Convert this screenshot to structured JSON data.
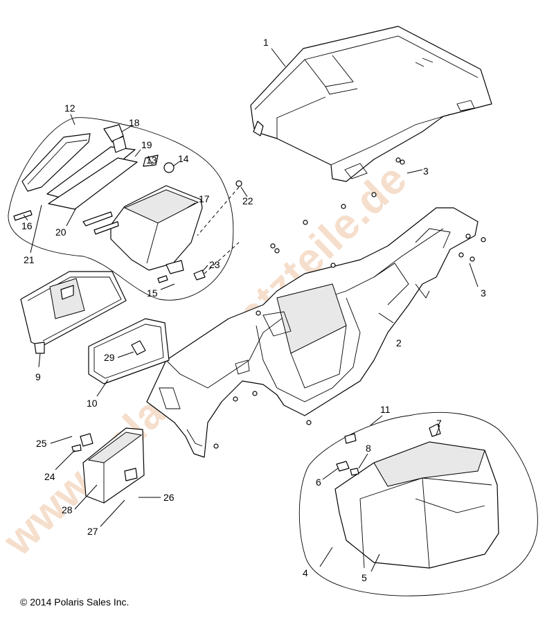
{
  "watermark": "www.polarisersatzteile.de",
  "copyright": "© 2014 Polaris Sales Inc.",
  "callouts": [
    "1",
    "2",
    "3",
    "3",
    "4",
    "5",
    "6",
    "7",
    "8",
    "9",
    "10",
    "11",
    "12",
    "13",
    "14",
    "15",
    "16",
    "17",
    "18",
    "19",
    "20",
    "21",
    "22",
    "23",
    "24",
    "25",
    "26",
    "27",
    "28",
    "29"
  ]
}
